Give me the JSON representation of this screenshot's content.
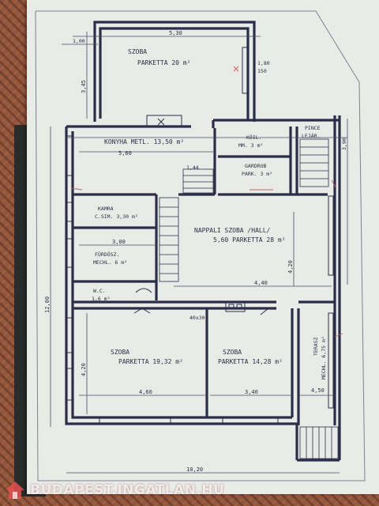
{
  "rooms": {
    "szoba_top": {
      "name": "SZOBA",
      "floor": "PARKETTA 20 m²"
    },
    "konyha": {
      "name": "KONYHA METL. 13,50 m²"
    },
    "koil": {
      "name": "KÖIL.",
      "floor": "MM. 3 m²"
    },
    "pince": {
      "name": "PINCE",
      "sub": "LEJÁR."
    },
    "gardrob": {
      "name": "GARDROB",
      "floor": "PARK. 3 m²"
    },
    "kamra": {
      "name": "KAMRA",
      "floor": "C.SIM. 3,30 m²"
    },
    "furdo": {
      "name": "FÜRDŐSZ.",
      "floor": "MECHL. 6 m²"
    },
    "wc": {
      "name": "W.C.",
      "floor": "1,6 m²"
    },
    "hall": {
      "name": "NAPPALI SZOBA /HALL/",
      "floor": "5,60 PARKETTA 28 m²"
    },
    "szoba_bl": {
      "name": "SZOBA",
      "floor": "PARKETTA 19,32 m²"
    },
    "szoba_bm": {
      "name": "SZOBA",
      "floor": "PARKETTA 14,28 m²"
    },
    "terasz": {
      "name": "TERASZ",
      "floor": "MECHL. 6,75 m²"
    }
  },
  "dims": {
    "top_width": "5,30",
    "top_height": "3,45",
    "left_offset": "1,00",
    "window_right": "1,80",
    "window_right_b": "150",
    "kitchen_width": "5,60",
    "overall_height": "12,00",
    "overall_width": "10,20",
    "hall_height": "4,20",
    "hall_width": "4,40",
    "bath_width": "3,00",
    "bl_width": "4,60",
    "bl_height": "4,20",
    "bm_width": "3,40",
    "terrace_width": "4,50",
    "chimney": "40x30",
    "right_dim": "3,90",
    "stair_w": "1,44"
  },
  "watermark": {
    "text": "BUDAPEST.INGATLAN.HU",
    "icon": "house-logo-icon"
  }
}
